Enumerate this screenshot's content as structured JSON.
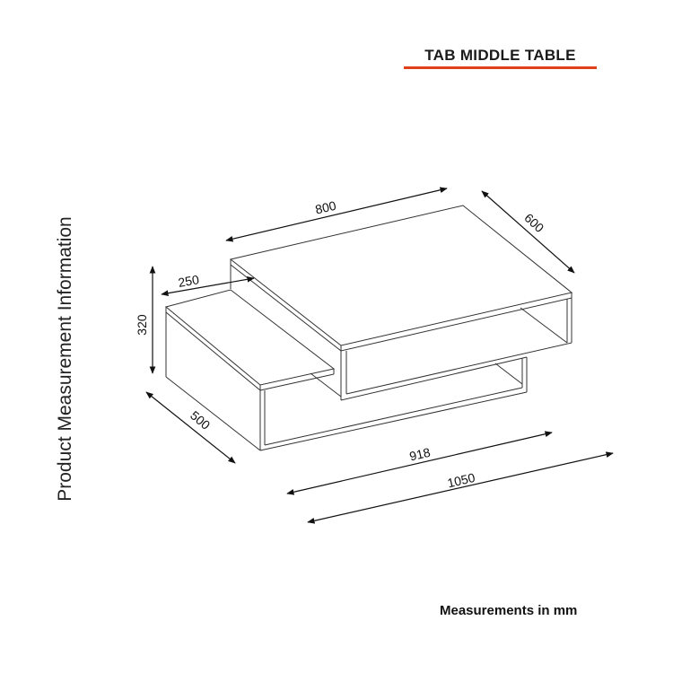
{
  "title": "TAB MIDDLE  TABLE",
  "accent_color": "#e0401a",
  "side_label": "Product Measurement Information",
  "units_note": "Measurements in mm",
  "dimensions": {
    "top_width": "800",
    "top_depth": "600",
    "shelf_width": "250",
    "height": "320",
    "lower_depth": "500",
    "lower_width": "918",
    "total_width": "1050"
  }
}
